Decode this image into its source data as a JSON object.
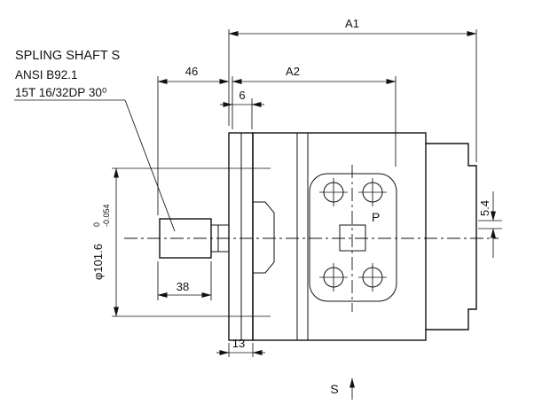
{
  "notes": {
    "line1": "SPLING SHAFT S",
    "line2": "ANSI B92.1",
    "line3": "15T 16/32DP 30⁰"
  },
  "dimensions": {
    "a1": "A1",
    "a2": "A2",
    "len46": "46",
    "len6": "6",
    "len38": "38",
    "len13": "13",
    "len54": "5.4",
    "diameter": "φ101.6",
    "tol_upper": "0",
    "tol_lower": "-0.054"
  },
  "ports": {
    "pressure": "P",
    "suction": "S"
  },
  "colors": {
    "ink": "#111111",
    "background": "#ffffff"
  }
}
